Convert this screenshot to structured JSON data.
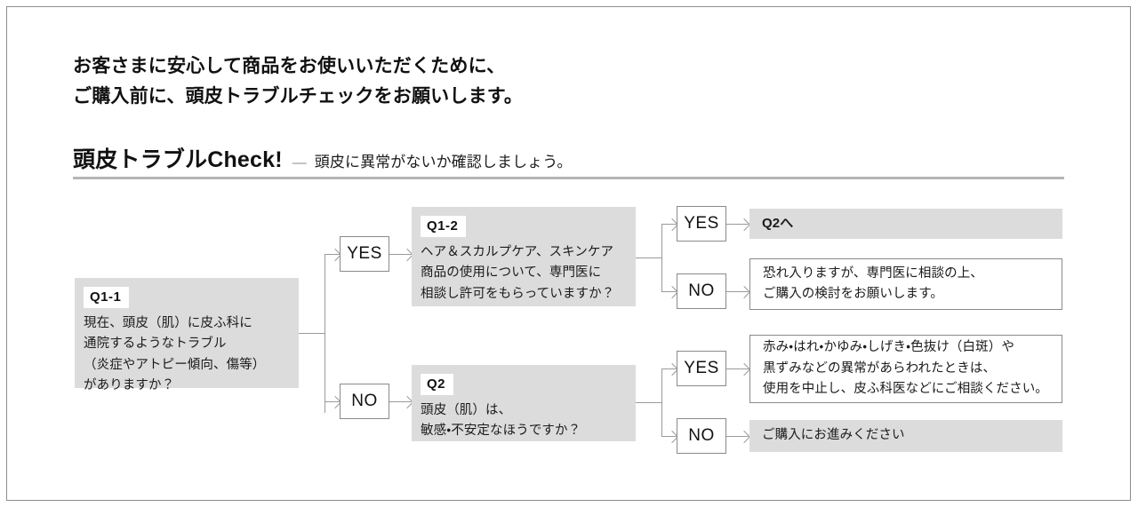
{
  "intro": {
    "line1": "お客さまに安心して商品をお使いいただくために、",
    "line2": "ご購入前に、頭皮トラブルチェックをお願いします。"
  },
  "heading": {
    "title": "頭皮トラブルCheck!",
    "dash": "—",
    "subtitle": "頭皮に異常がないか確認しましょう。"
  },
  "flow": {
    "q1_1": {
      "tag": "Q1-1",
      "body": "現在、頭皮（肌）に皮ふ科に\n通院するようなトラブル\n（炎症やアトピー傾向、傷等）\nがありますか？"
    },
    "q1_2": {
      "tag": "Q1-2",
      "body": "ヘア＆スカルプケア、スキンケア\n商品の使用について、専門医に\n相談し許可をもらっていますか？"
    },
    "q2": {
      "tag": "Q2",
      "body": "頭皮（肌）は、\n敏感・不安定なほうですか？"
    },
    "labels": {
      "yes": "YES",
      "no": "NO"
    },
    "results": {
      "q2_go": "Q2へ",
      "consult": "恐れ入りますが、専門医に相談の上、\nご購入の検討をお願いします。",
      "abnormal": "赤み・はれ・かゆみ・しげき・色抜け（白斑）や\n黒ずみなどの異常があらわれたときは、\n使用を中止し、皮ふ科医などにご相談ください。",
      "proceed": "ご購入にお進みください"
    }
  },
  "colors": {
    "box_fill": "#dcdcdc",
    "line": "#9a9a9a",
    "rule": "#b6b6b6",
    "text": "#1a1a1a"
  }
}
